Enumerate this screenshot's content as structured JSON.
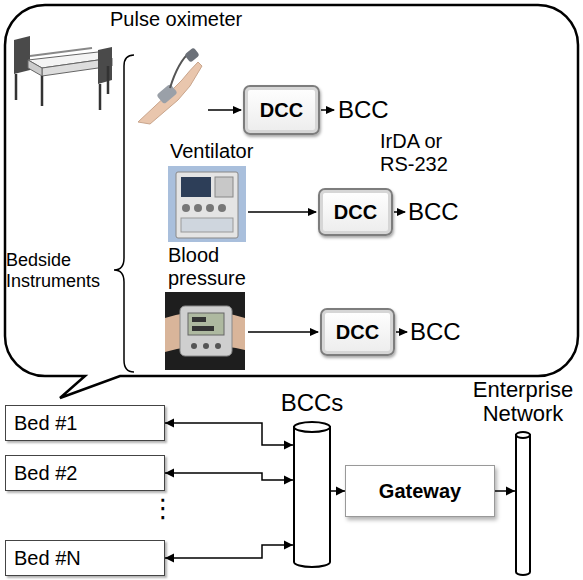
{
  "diagram": {
    "nodes": [
      {
        "text": [
          "DCC"
        ]
      },
      {
        "text": [
          "DCC"
        ]
      },
      {
        "text": [
          "DCC"
        ]
      },
      {
        "text": [
          "Bed #1"
        ]
      },
      {
        "text": [
          "Bed #2"
        ]
      },
      {
        "text": [
          "Bed #N"
        ]
      },
      {
        "text": [
          "BCCs"
        ]
      },
      {
        "text": [
          "Gateway"
        ]
      },
      {
        "text": [
          "Enterprise Network"
        ]
      }
    ],
    "edges": [
      {
        "from": 3,
        "to": 6,
        "arrow": "both"
      },
      {
        "from": 4,
        "to": 6,
        "arrow": "both"
      },
      {
        "from": 5,
        "to": 6,
        "arrow": "both"
      },
      {
        "from": 6,
        "to": 7,
        "arrow": "to"
      },
      {
        "from": 7,
        "to": 8,
        "arrow": "to"
      }
    ],
    "labels": [
      "Pulse oximeter",
      "BCC",
      "IrDA or RS-232",
      "Ventilator",
      "BCC",
      "Bedside Instruments",
      "Blood pressure",
      "BCC",
      "⋮"
    ]
  }
}
